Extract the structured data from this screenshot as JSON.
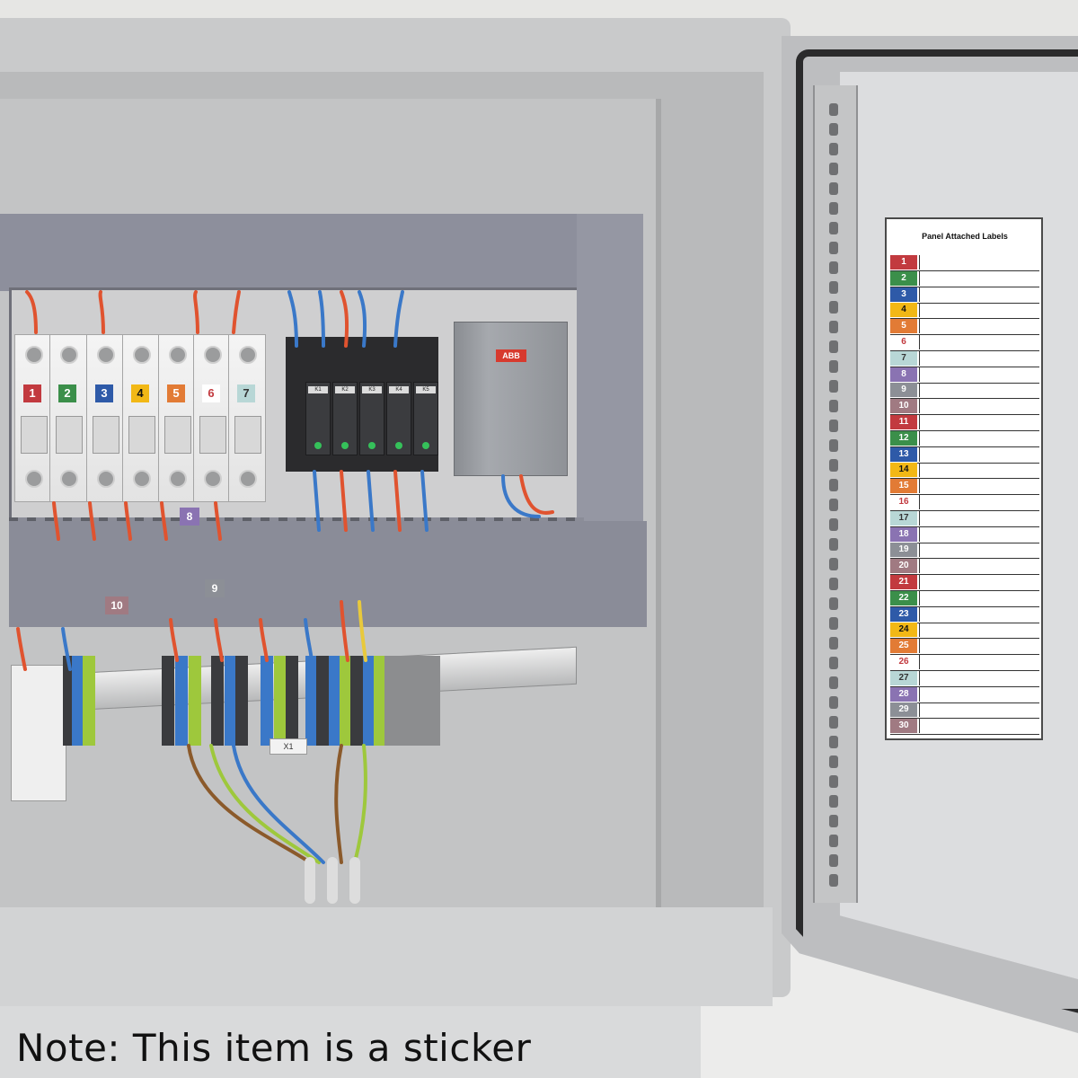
{
  "caption": "Note: This item is a sticker",
  "sticker_chart": {
    "title": "Panel Attached Labels",
    "rows": [
      {
        "n": "1",
        "color": "#c23a3f",
        "text": "#ffffff"
      },
      {
        "n": "2",
        "color": "#3b8f4a",
        "text": "#ffffff"
      },
      {
        "n": "3",
        "color": "#2e5aa8",
        "text": "#ffffff"
      },
      {
        "n": "4",
        "color": "#f2b816",
        "text": "#111111"
      },
      {
        "n": "5",
        "color": "#e27b35",
        "text": "#ffffff"
      },
      {
        "n": "6",
        "color": "#ffffff",
        "text": "#c23a3f"
      },
      {
        "n": "7",
        "color": "#b8d7d6",
        "text": "#333333"
      },
      {
        "n": "8",
        "color": "#8a73b2",
        "text": "#ffffff"
      },
      {
        "n": "9",
        "color": "#8c8f96",
        "text": "#ffffff"
      },
      {
        "n": "10",
        "color": "#a07a82",
        "text": "#ffffff"
      },
      {
        "n": "11",
        "color": "#c23a3f",
        "text": "#ffffff"
      },
      {
        "n": "12",
        "color": "#3b8f4a",
        "text": "#ffffff"
      },
      {
        "n": "13",
        "color": "#2e5aa8",
        "text": "#ffffff"
      },
      {
        "n": "14",
        "color": "#f2b816",
        "text": "#111111"
      },
      {
        "n": "15",
        "color": "#e27b35",
        "text": "#ffffff"
      },
      {
        "n": "16",
        "color": "#ffffff",
        "text": "#c23a3f"
      },
      {
        "n": "17",
        "color": "#b8d7d6",
        "text": "#333333"
      },
      {
        "n": "18",
        "color": "#8a73b2",
        "text": "#ffffff"
      },
      {
        "n": "19",
        "color": "#8c8f96",
        "text": "#ffffff"
      },
      {
        "n": "20",
        "color": "#a07a82",
        "text": "#ffffff"
      },
      {
        "n": "21",
        "color": "#c23a3f",
        "text": "#ffffff"
      },
      {
        "n": "22",
        "color": "#3b8f4a",
        "text": "#ffffff"
      },
      {
        "n": "23",
        "color": "#2e5aa8",
        "text": "#ffffff"
      },
      {
        "n": "24",
        "color": "#f2b816",
        "text": "#111111"
      },
      {
        "n": "25",
        "color": "#e27b35",
        "text": "#ffffff"
      },
      {
        "n": "26",
        "color": "#ffffff",
        "text": "#c23a3f"
      },
      {
        "n": "27",
        "color": "#b8d7d6",
        "text": "#333333"
      },
      {
        "n": "28",
        "color": "#8a73b2",
        "text": "#ffffff"
      },
      {
        "n": "29",
        "color": "#8c8f96",
        "text": "#ffffff"
      },
      {
        "n": "30",
        "color": "#a07a82",
        "text": "#ffffff"
      }
    ]
  },
  "breaker_labels": [
    {
      "n": "1",
      "color": "#c23a3f",
      "text": "#ffffff"
    },
    {
      "n": "2",
      "color": "#3b8f4a",
      "text": "#ffffff"
    },
    {
      "n": "3",
      "color": "#2e5aa8",
      "text": "#ffffff"
    },
    {
      "n": "4",
      "color": "#f2b816",
      "text": "#111111"
    },
    {
      "n": "5",
      "color": "#e27b35",
      "text": "#ffffff"
    },
    {
      "n": "6",
      "color": "#ffffff",
      "text": "#c23a3f"
    },
    {
      "n": "7",
      "color": "#b8d7d6",
      "text": "#333333"
    }
  ],
  "panel_tags": {
    "tag8": {
      "n": "8",
      "color": "#8a73b2"
    },
    "tag9": {
      "n": "9",
      "color": "#8c8f96"
    },
    "tag10": {
      "n": "10",
      "color": "#a07a82"
    }
  },
  "relay_tags": [
    "K1",
    "K2",
    "K3",
    "K4",
    "K5"
  ],
  "psu_brand": "ABB",
  "rail_tag": "X1"
}
